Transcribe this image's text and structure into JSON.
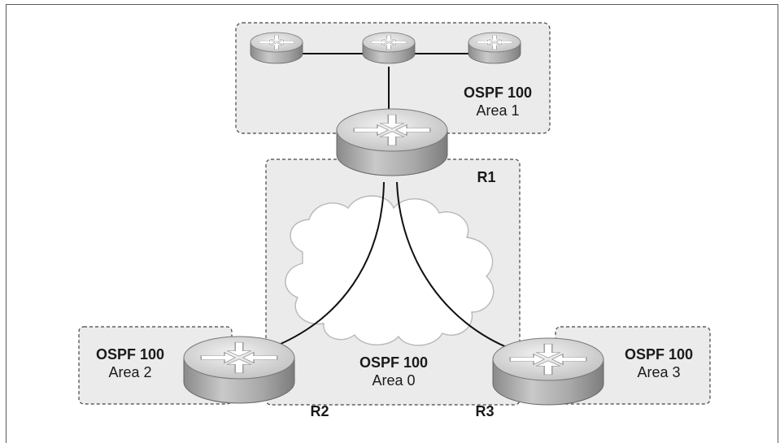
{
  "areas": {
    "area1": {
      "title": "OSPF 100",
      "subtitle": "Area 1"
    },
    "area0": {
      "title": "OSPF 100",
      "subtitle": "Area 0"
    },
    "area2": {
      "title": "OSPF 100",
      "subtitle": "Area 2"
    },
    "area3": {
      "title": "OSPF 100",
      "subtitle": "Area 3"
    }
  },
  "routers": {
    "r1": "R1",
    "r2": "R2",
    "r3": "R3"
  },
  "colors": {
    "area_fill": "#ebebeb",
    "area_border": "#444444",
    "router_top": "#d6d6d6",
    "router_side": "#9a9a9a",
    "link": "#111111"
  }
}
